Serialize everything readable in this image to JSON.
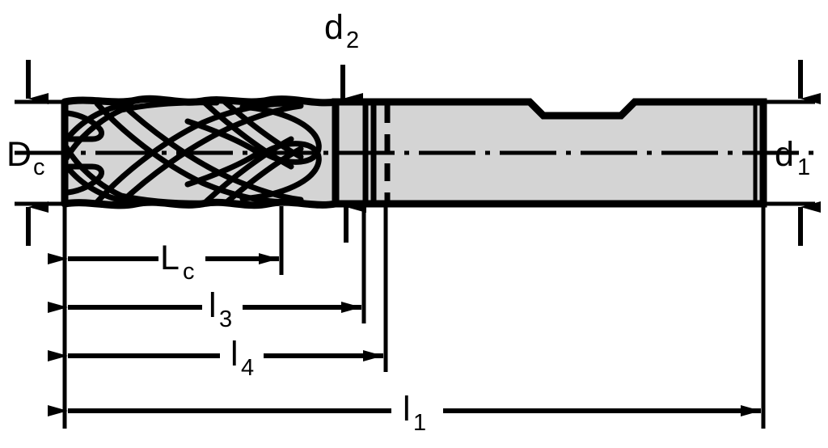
{
  "drawing": {
    "type": "engineering-dimension-drawing",
    "subject": "solid carbide end mill with helical flutes and weldon shank",
    "background_color": "#ffffff",
    "line_color": "#000000",
    "body_fill_color": "#d4d4d4",
    "view": "side elevation, half-section centerline"
  },
  "dimensions": {
    "Dc": {
      "label": "D",
      "subscript": "c",
      "meaning": "cutting diameter",
      "position": "left-vertical"
    },
    "d2": {
      "label": "d",
      "subscript": "2",
      "meaning": "neck diameter",
      "position": "top-vertical"
    },
    "d1": {
      "label": "d",
      "subscript": "1",
      "meaning": "shank diameter",
      "position": "right-vertical"
    },
    "Lc": {
      "label": "L",
      "subscript": "c",
      "meaning": "flute / cutting length",
      "position": "bottom-horizontal-1"
    },
    "l3": {
      "label": "l",
      "subscript": "3",
      "meaning": "length to neck",
      "position": "bottom-horizontal-2"
    },
    "l4": {
      "label": "l",
      "subscript": "4",
      "meaning": "length to shank start",
      "position": "bottom-horizontal-3"
    },
    "l1": {
      "label": "l",
      "subscript": "1",
      "meaning": "overall length",
      "position": "bottom-horizontal-4"
    }
  },
  "features": {
    "flute_count_visible": 5,
    "helix": "right-hand helical flutes",
    "shank": "cylindrical shank with weldon flat notch",
    "centerline_style": "dash-dot"
  }
}
